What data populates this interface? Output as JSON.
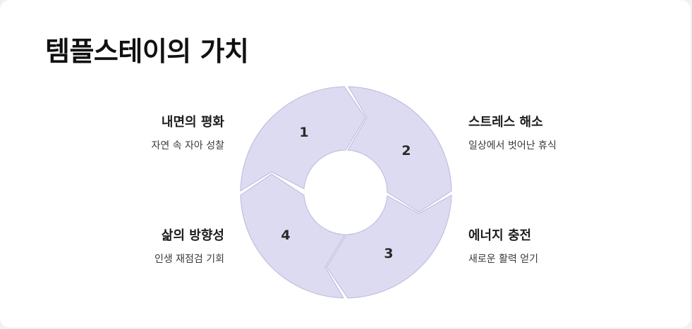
{
  "title": "템플스테이의 가치",
  "steps": [
    {
      "number": "1",
      "heading": "내면의 평화",
      "description": "자연 속 자아 성찰"
    },
    {
      "number": "2",
      "heading": "스트레스 해소",
      "description": "일상에서 벗어난 휴식"
    },
    {
      "number": "3",
      "heading": "에너지 충전",
      "description": "새로운 활력 얻기"
    },
    {
      "number": "4",
      "heading": "삶의 방향성",
      "description": "인생 재점검 기회"
    }
  ],
  "colors": {
    "segment_fill": "#dcdbf1",
    "segment_stroke": "#b9b8dc",
    "text": "#1d1d1d"
  }
}
